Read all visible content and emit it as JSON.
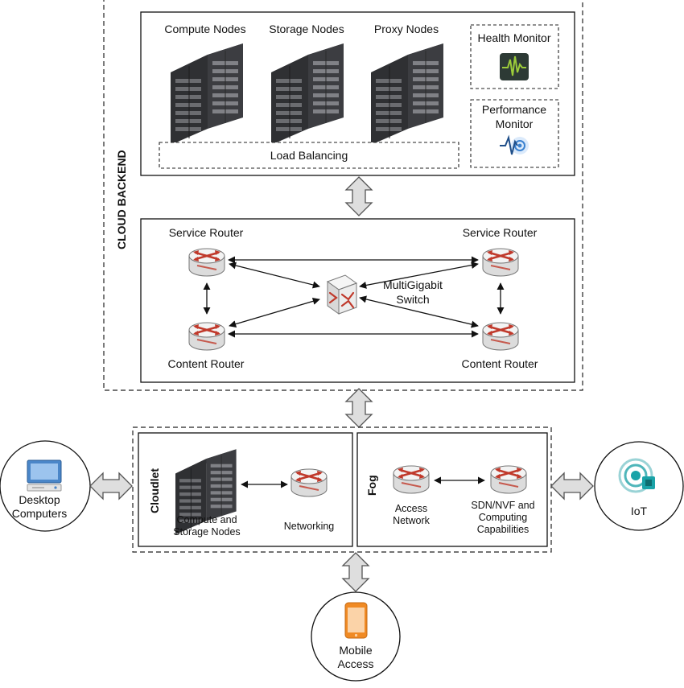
{
  "cloud_backend": {
    "title": "CLOUD BACKEND",
    "server_groups": [
      {
        "label": "Compute Nodes"
      },
      {
        "label": "Storage Nodes"
      },
      {
        "label": "Proxy Nodes"
      }
    ],
    "load_balancing": "Load Balancing",
    "health_monitor": "Health Monitor",
    "performance_monitor": [
      "Performance",
      "Monitor"
    ],
    "routers": {
      "service_router_left": "Service Router",
      "service_router_right": "Service Router",
      "content_router_left": "Content Router",
      "content_router_right": "Content Router",
      "switch": [
        "MultiGigabit",
        "Switch"
      ]
    }
  },
  "edge": {
    "cloudlet": {
      "title": "Cloudlet",
      "nodes": [
        "Compute and",
        "Storage Nodes"
      ],
      "networking": "Networking"
    },
    "fog": {
      "title": "Fog",
      "access": [
        "Access",
        "Network"
      ],
      "sdn": [
        "SDN/NVF and",
        "Computing",
        "Capabilities"
      ]
    }
  },
  "clients": {
    "desktop": [
      "Desktop",
      "Computers"
    ],
    "iot": "IoT",
    "mobile": [
      "Mobile",
      "Access"
    ]
  },
  "colors": {
    "server": "#3a3b3e",
    "router_arrow": "#c0392b",
    "monitor_bg": "#2d3a35",
    "pulse_green": "#9ccc3a",
    "pulse_blue": "#3b82d0",
    "desktop_blue": "#4a86c8",
    "iot_teal": "#1aa3a8",
    "mobile_orange": "#f08a24"
  }
}
